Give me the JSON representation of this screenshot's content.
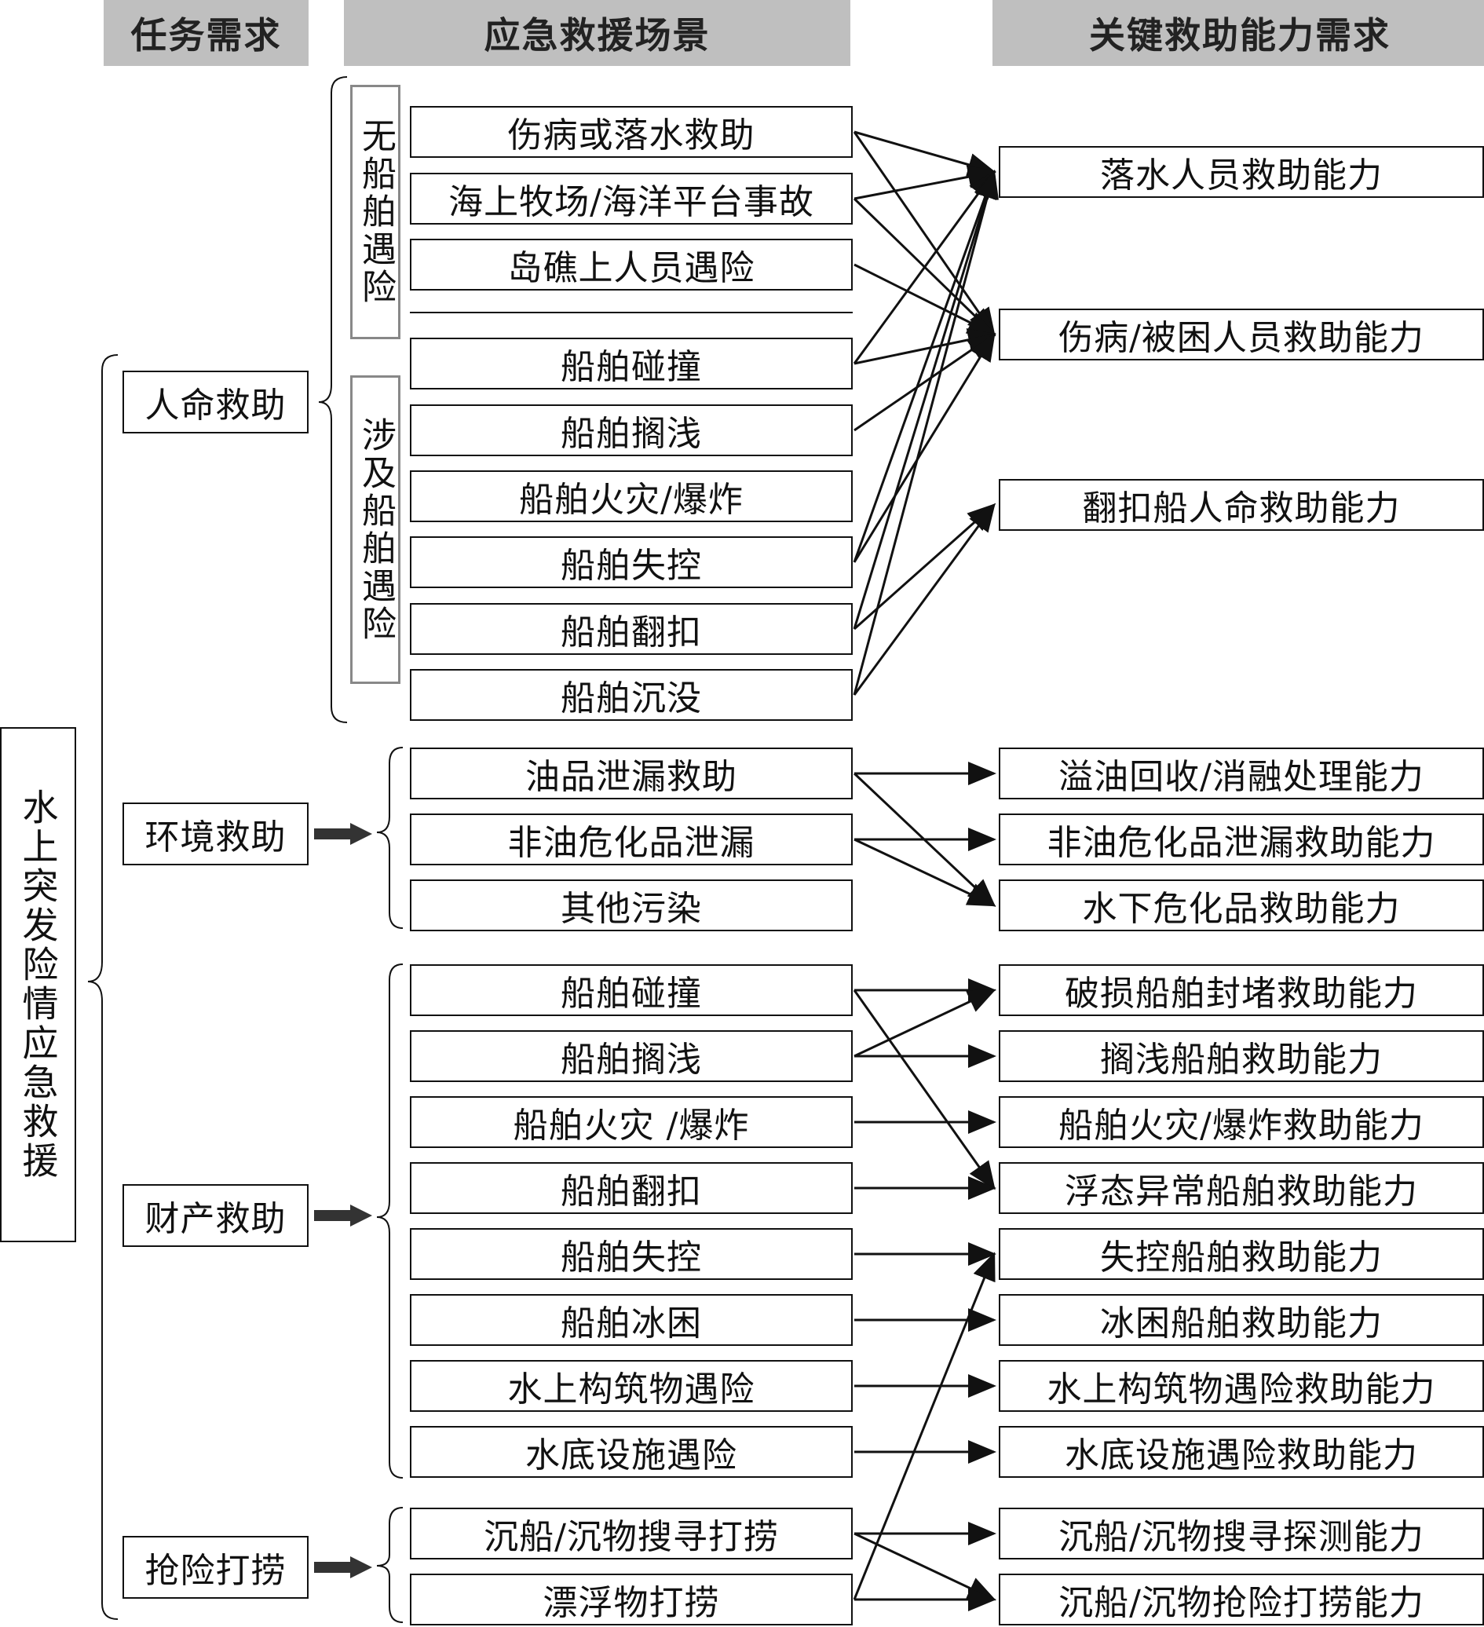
{
  "headers": {
    "task": "任务需求",
    "scenario": "应急救援场景",
    "capability": "关键救助能力需求"
  },
  "root": "水上突发险情应急救援",
  "tasks": {
    "life": "人命救助",
    "env": "环境救助",
    "property": "财产救助",
    "salvage": "抢险打捞"
  },
  "groups": {
    "no_ship": "无船舶遇险",
    "ship": "涉及船舶遇险"
  },
  "scenarios": {
    "life": [
      "伤病或落水救助",
      "海上牧场/海洋平台事故",
      "岛礁上人员遇险",
      "船舶碰撞",
      "船舶搁浅",
      "船舶火灾/爆炸",
      "船舶失控",
      "船舶翻扣",
      "船舶沉没"
    ],
    "env": [
      "油品泄漏救助",
      "非油危化品泄漏",
      "其他污染"
    ],
    "property": [
      "船舶碰撞",
      "船舶搁浅",
      "船舶火灾 /爆炸",
      "船舶翻扣",
      "船舶失控",
      "船舶冰困",
      "水上构筑物遇险",
      "水底设施遇险"
    ],
    "salvage": [
      "沉船/沉物搜寻打捞",
      "漂浮物打捞"
    ]
  },
  "capabilities": {
    "life": [
      "落水人员救助能力",
      "伤病/被困人员救助能力",
      "翻扣船人命救助能力"
    ],
    "env": [
      "溢油回收/消融处理能力",
      "非油危化品泄漏救助能力",
      "水下危化品救助能力"
    ],
    "property": [
      "破损船舶封堵救助能力",
      "搁浅船舶救助能力",
      "船舶火灾/爆炸救助能力",
      "浮态异常船舶救助能力",
      "失控船舶救助能力",
      "冰困船舶救助能力",
      "水上构筑物遇险救助能力",
      "水底设施遇险救助能力"
    ],
    "salvage": [
      "沉船/沉物搜寻探测能力",
      "沉船/沉物抢险打捞能力"
    ]
  },
  "links": {
    "life": [
      [
        0,
        0
      ],
      [
        0,
        1
      ],
      [
        1,
        0
      ],
      [
        1,
        1
      ],
      [
        2,
        1
      ],
      [
        3,
        0
      ],
      [
        3,
        1
      ],
      [
        4,
        1
      ],
      [
        6,
        0
      ],
      [
        6,
        1
      ],
      [
        7,
        0
      ],
      [
        7,
        2
      ],
      [
        8,
        0
      ],
      [
        8,
        2
      ]
    ],
    "env": [
      [
        0,
        0
      ],
      [
        0,
        2
      ],
      [
        1,
        1
      ],
      [
        1,
        2
      ]
    ],
    "property": [
      [
        0,
        0
      ],
      [
        0,
        3
      ],
      [
        1,
        0
      ],
      [
        1,
        1
      ],
      [
        2,
        2
      ],
      [
        3,
        3
      ],
      [
        4,
        4
      ],
      [
        5,
        5
      ],
      [
        6,
        6
      ],
      [
        7,
        7
      ]
    ],
    "salvage": [
      [
        0,
        0
      ],
      [
        0,
        1
      ],
      [
        1,
        1
      ]
    ],
    "salvage_to_property": [
      [
        1,
        4
      ]
    ]
  }
}
